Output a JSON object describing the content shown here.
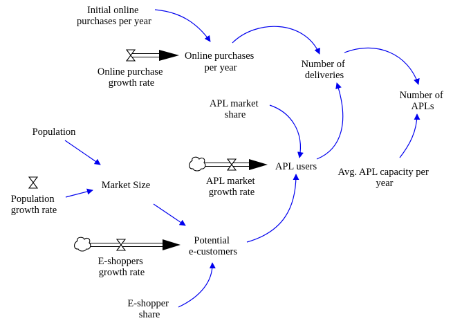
{
  "colors": {
    "link": "#0000ee",
    "flow": "#000000",
    "text": "#000000",
    "background": "#ffffff"
  },
  "nodes": {
    "initial_online_purchases": [
      "Initial online",
      "purchases per year"
    ],
    "online_purchases": [
      "Online purchases",
      "per year"
    ],
    "online_purchase_growth": [
      "Online purchase",
      "growth rate"
    ],
    "number_of_deliveries": [
      "Number of",
      "deliveries"
    ],
    "number_of_apls": [
      "Number of",
      "APLs"
    ],
    "apl_market_share": [
      "APL market",
      "share"
    ],
    "population": [
      "Population"
    ],
    "population_growth": [
      "Population",
      "growth rate"
    ],
    "market_size": [
      "Market Size"
    ],
    "apl_users": [
      "APL users"
    ],
    "apl_market_growth": [
      "APL market",
      "growth rate"
    ],
    "avg_apl_capacity": [
      "Avg. APL capacity per",
      "year"
    ],
    "potential_ecustomers": [
      "Potential",
      "e-customers"
    ],
    "eshoppers_growth": [
      "E-shoppers",
      "growth rate"
    ],
    "eshopper_share": [
      "E-shopper",
      "share"
    ]
  },
  "icons": {
    "valve": "hourglass-valve-icon",
    "cloud": "cloud-source-icon"
  }
}
